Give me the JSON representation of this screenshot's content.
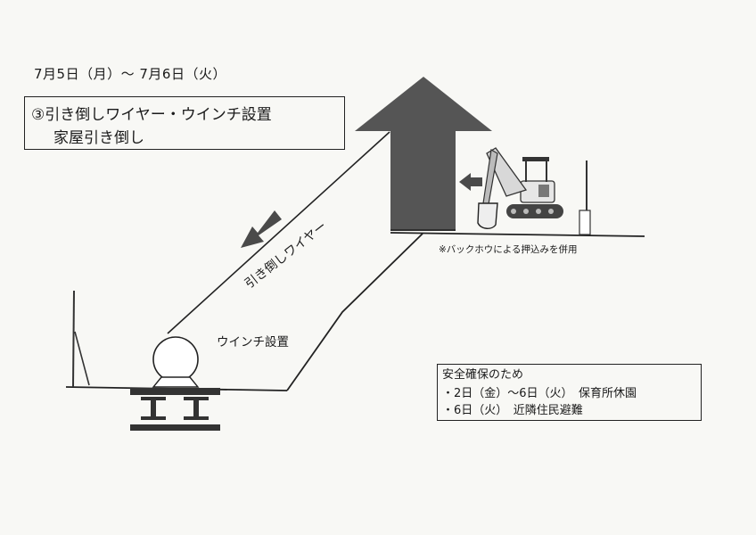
{
  "header": {
    "date_range": "7月5日（月）～ 7月6日（火）"
  },
  "title_box": {
    "line1": "③引き倒しワイヤー・ウインチ設置",
    "line2": "家屋引き倒し"
  },
  "labels": {
    "wire": "引き倒しワイヤー",
    "winch": "ウインチ設置",
    "note": "※バックホウによる押込みを併用"
  },
  "safety_box": {
    "title": "安全確保のため",
    "items": [
      "・2日（金）～6日（火）　保育所休園",
      "・6日（火）　近隣住民避難"
    ]
  },
  "colors": {
    "house": "#555555",
    "arrow": "#4a4a4a",
    "line": "#222222",
    "paper": "#f8f8f5"
  },
  "icons": {
    "house": "house-arrow-icon",
    "excavator": "excavator-icon",
    "winch": "winch-drum-icon"
  }
}
